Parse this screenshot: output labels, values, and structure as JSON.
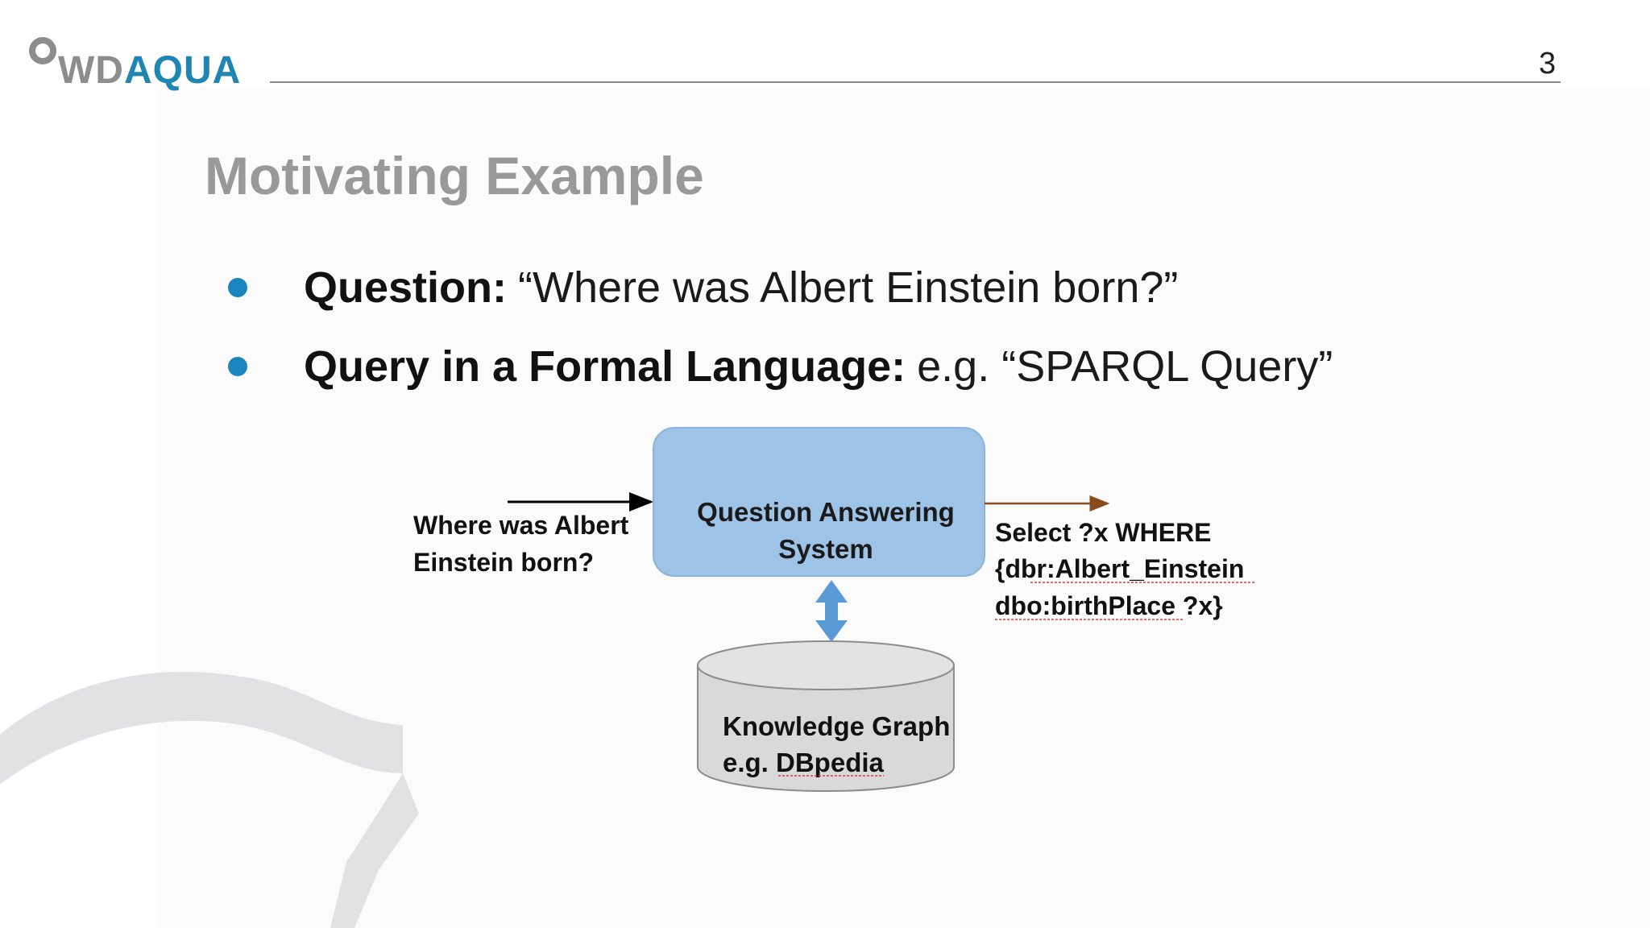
{
  "logo": {
    "wd": "WD",
    "aqua": "AQUA"
  },
  "page_number": "3",
  "title": "Motivating Example",
  "bullets": [
    {
      "label": "Question:",
      "text": "“Where was Albert Einstein born?”"
    },
    {
      "label": "Query in a Formal Language:",
      "text": "e.g. “SPARQL Query”"
    }
  ],
  "diagram": {
    "input_question": [
      "Where was Albert",
      "Einstein born?"
    ],
    "qa_system": [
      "Question Answering",
      "System"
    ],
    "output_query": [
      "Select ?x WHERE",
      "{dbr:Albert_Einstein",
      "dbo:birthPlace ?x}"
    ],
    "knowledge_graph": [
      "Knowledge Graph",
      "e.g. DBpedia"
    ]
  },
  "colors": {
    "accent": "#1a86c0",
    "box_fill": "#9dc3e6",
    "db_fill": "#d9d9d9",
    "title_gray": "#999999"
  }
}
